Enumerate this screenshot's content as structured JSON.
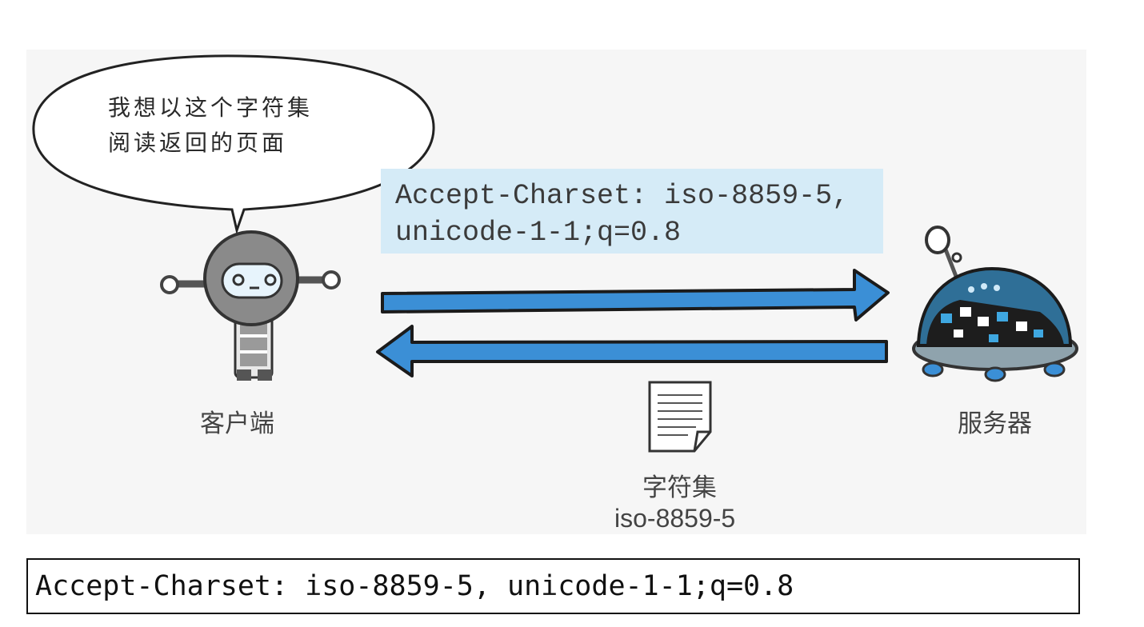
{
  "bubble": {
    "line1": "我想以这个字符集",
    "line2": "阅读返回的页面"
  },
  "request_header": {
    "line1": "Accept-Charset: iso-8859-5,",
    "line2": "unicode-1-1;q=0.8"
  },
  "client_label": "客户端",
  "server_label": "服务器",
  "response": {
    "charset_label": "字符集",
    "charset_value": "iso-8859-5"
  },
  "code_caption": "Accept-Charset: iso-8859-5, unicode-1-1;q=0.8",
  "colors": {
    "arrow_fill": "#3b8fd6",
    "header_box": "#d5ebf7",
    "robot_body": "#8a8a8a",
    "server_dome": "#2f6f97"
  }
}
